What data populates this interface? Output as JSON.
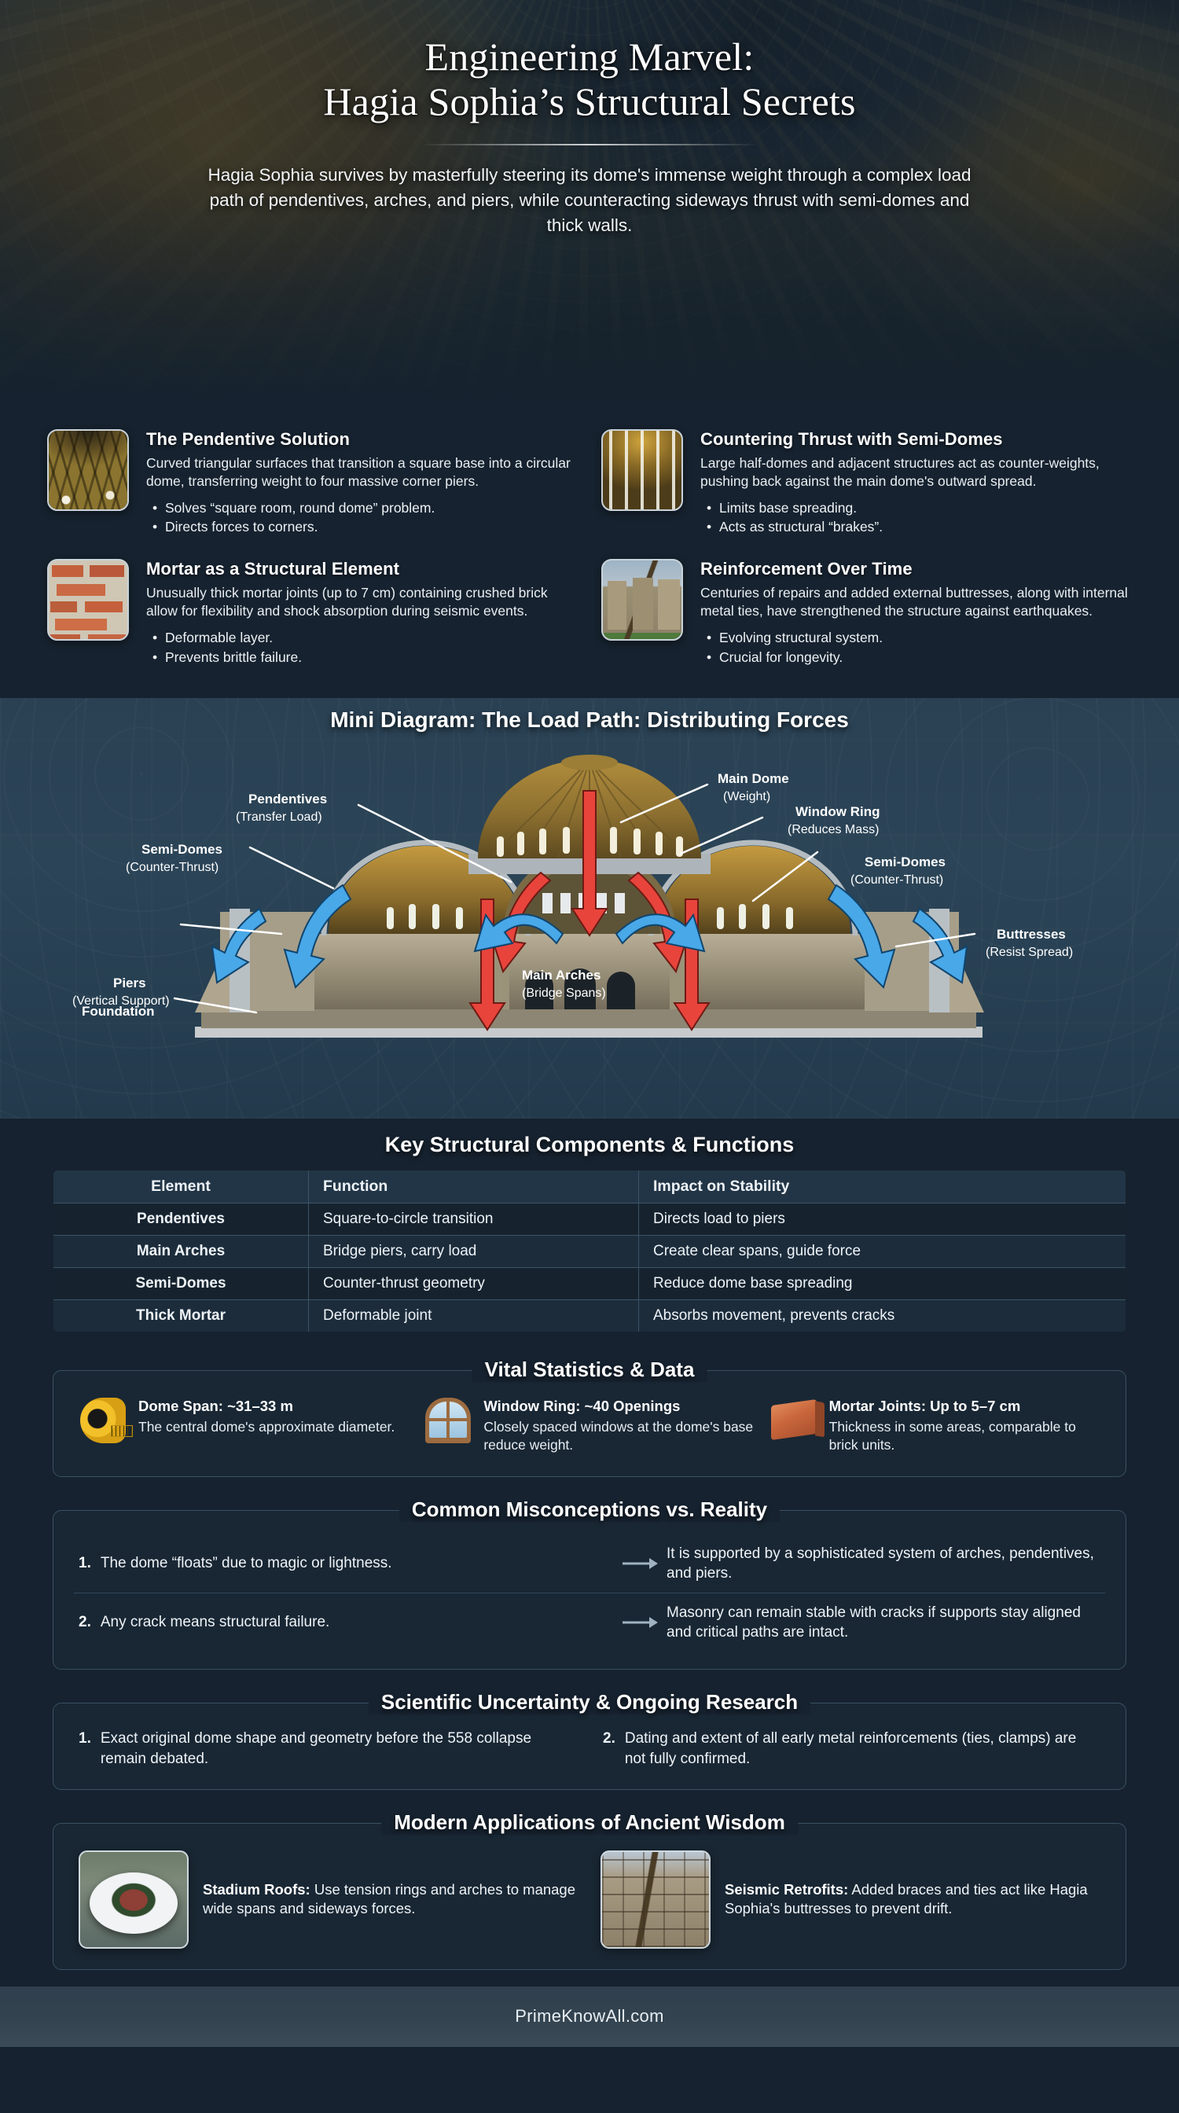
{
  "hero": {
    "title_line1": "Engineering Marvel:",
    "title_line2": "Hagia Sophia’s Structural Secrets",
    "subtitle": "Hagia Sophia survives by masterfully steering its dome's immense weight through a complex load path of pendentives, arches, and piers, while counteracting sideways thrust with semi-domes and thick walls."
  },
  "cards": [
    {
      "thumb": "pendentive-photo",
      "title": "The Pendentive Solution",
      "desc": "Curved triangular surfaces that transition a square base into a circular dome, transferring weight to four massive corner piers.",
      "bullets": [
        "Solves “square room, round dome” problem.",
        "Directs forces to corners."
      ]
    },
    {
      "thumb": "semidome-photo",
      "title": "Countering Thrust with Semi-Domes",
      "desc": "Large half-domes and adjacent structures act as counter-weights, pushing back against the main dome's outward spread.",
      "bullets": [
        "Limits base spreading.",
        "Acts as structural “brakes”."
      ]
    },
    {
      "thumb": "brick-mortar-photo",
      "title": "Mortar as a Structural Element",
      "desc": "Unusually thick mortar joints (up to 7 cm) containing crushed brick allow for flexibility and shock absorption during seismic events.",
      "bullets": [
        "Deformable layer.",
        "Prevents brittle failure."
      ]
    },
    {
      "thumb": "buttress-photo",
      "title": "Reinforcement Over Time",
      "desc": "Centuries of repairs and added external buttresses, along with internal metal ties, have strengthened the structure against earthquakes.",
      "bullets": [
        "Evolving structural system.",
        "Crucial for longevity."
      ]
    }
  ],
  "diagram": {
    "heading": "Mini Diagram: The Load Path: Distributing Forces",
    "labels": [
      {
        "id": "main-dome",
        "main": "Main Dome",
        "sub": "(Weight)"
      },
      {
        "id": "window-ring",
        "main": "Window Ring",
        "sub": "(Reduces Mass)"
      },
      {
        "id": "semi-domes-right",
        "main": "Semi-Domes",
        "sub": "(Counter-Thrust)"
      },
      {
        "id": "pendentives",
        "main": "Pendentives",
        "sub": "(Transfer Load)"
      },
      {
        "id": "semi-domes-left",
        "main": "Semi-Domes",
        "sub": "(Counter-Thrust)"
      },
      {
        "id": "piers",
        "main": "Piers",
        "sub": "(Vertical Support)"
      },
      {
        "id": "main-arches",
        "main": "Main Arches",
        "sub": "(Bridge Spans)"
      },
      {
        "id": "buttresses",
        "main": "Buttresses",
        "sub": "(Resist Spread)"
      },
      {
        "id": "foundation",
        "main": "Foundation",
        "sub": ""
      }
    ],
    "arrow_colors": {
      "load": "#e8443c",
      "thrust": "#49a8e8"
    }
  },
  "table": {
    "title": "Key Structural Components & Functions",
    "headers": [
      "Element",
      "Function",
      "Impact on Stability"
    ],
    "rows": [
      [
        "Pendentives",
        "Square-to-circle transition",
        "Directs load to piers"
      ],
      [
        "Main Arches",
        "Bridge piers, carry load",
        "Create clear spans, guide force"
      ],
      [
        "Semi-Domes",
        "Counter-thrust geometry",
        "Reduce dome base spreading"
      ],
      [
        "Thick Mortar",
        "Deformable joint",
        "Absorbs movement, prevents cracks"
      ]
    ]
  },
  "stats": {
    "legend": "Vital Statistics & Data",
    "items": [
      {
        "icon": "tape-measure-icon",
        "heading": "Dome Span: ~31–33 m",
        "text": "The central dome's approximate diameter."
      },
      {
        "icon": "window-icon",
        "heading": "Window Ring: ~40 Openings",
        "text": "Closely spaced windows at the dome's base reduce weight."
      },
      {
        "icon": "brick-icon",
        "heading": "Mortar Joints: Up to 5–7 cm",
        "text": "Thickness in some areas, comparable to brick units."
      }
    ]
  },
  "misconceptions": {
    "legend": "Common Misconceptions vs. Reality",
    "items": [
      {
        "num": "1.",
        "myth": "The dome “floats” due to magic or lightness.",
        "reality": "It is supported by a sophisticated system of arches, pendentives, and piers."
      },
      {
        "num": "2.",
        "myth": "Any crack means structural failure.",
        "reality": "Masonry can remain stable with cracks if supports stay aligned and critical paths are intact."
      }
    ]
  },
  "uncertainty": {
    "legend": "Scientific Uncertainty & Ongoing Research",
    "items": [
      {
        "num": "1.",
        "text": "Exact original dome shape and geometry before the 558 collapse remain debated."
      },
      {
        "num": "2.",
        "text": "Dating and extent of all early metal reinforcements (ties, clamps) are not fully confirmed."
      }
    ]
  },
  "modern": {
    "legend": "Modern Applications of Ancient Wisdom",
    "items": [
      {
        "thumb": "stadium-photo",
        "lead": "Stadium Roofs:",
        "text": " Use tension rings and arches to manage wide spans and sideways forces."
      },
      {
        "thumb": "earthquake-photo",
        "lead": "Seismic Retrofits:",
        "text": " Added braces and ties act like Hagia Sophia's buttresses to prevent drift."
      }
    ]
  },
  "footer": {
    "site": "PrimeKnowAll.com"
  },
  "colors": {
    "page_bg": "#16222f",
    "diagram_bg": "#2b4457",
    "load_arrow": "#e8443c",
    "thrust_arrow": "#49a8e8",
    "panel_border": "#3a5064"
  }
}
